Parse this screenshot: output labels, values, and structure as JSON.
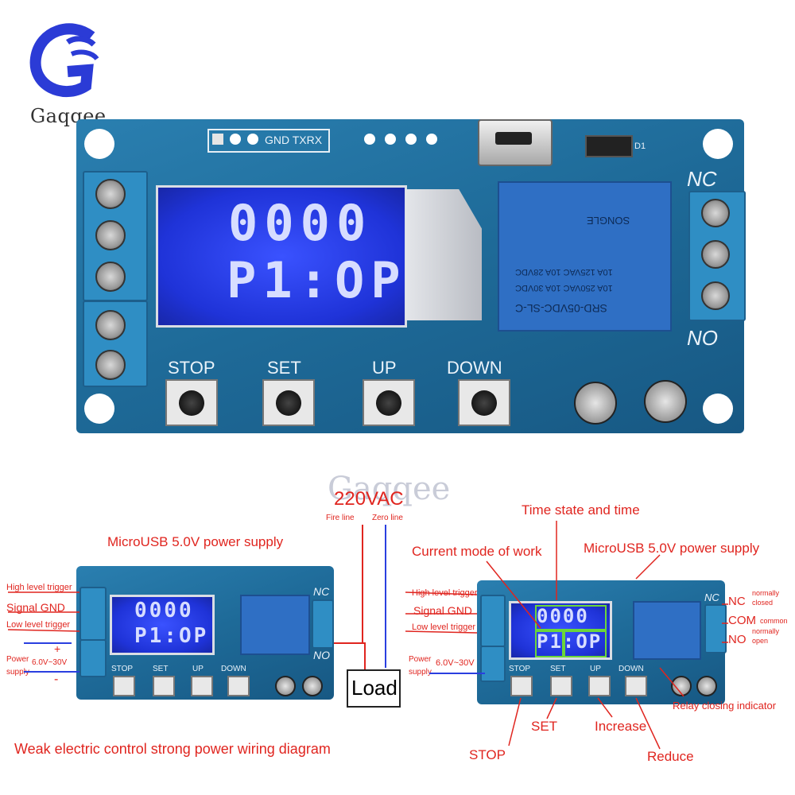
{
  "brand": {
    "name": "Gaqqee",
    "watermark": "Gaqqee"
  },
  "board": {
    "header_pins": "GND TXRX",
    "lcd_line1": "0000",
    "lcd_line2": "P1:OP",
    "relay_lines": [
      "SRD-05VDC-SL-C",
      "10A 250VAC  10A 30VDC",
      "10A 125VAC  10A 28VDC"
    ],
    "relay_brand": "SONGLE",
    "nc": "NC",
    "no": "NO",
    "d1": "D1",
    "buttons": [
      "STOP",
      "SET",
      "UP",
      "DOWN"
    ]
  },
  "wiring": {
    "voltage": "220VAC",
    "fire_line": "Fire line",
    "zero_line": "Zero line",
    "power_supply": "MicroUSB 5.0V power supply",
    "high_trigger": "High level trigger",
    "signal_gnd": "Signal GND",
    "low_trigger": "Low level trigger",
    "power": "Power",
    "supply": "supply",
    "voltage_range": "6.0V~30V",
    "plus": "+",
    "minus": "-",
    "load": "Load",
    "caption": "Weak electric control strong power wiring diagram"
  },
  "functions": {
    "time_state": "Time state and time",
    "current_mode": "Current mode of work",
    "power_supply": "MicroUSB 5.0V power supply",
    "nc": "NC",
    "nc_desc": "normally closed",
    "com": "COM",
    "com_desc": "common",
    "no": "NO",
    "no_desc": "normally open",
    "relay_indicator": "Relay closing indicator",
    "stop": "STOP",
    "set": "SET",
    "increase": "Increase",
    "reduce": "Reduce",
    "high_trigger": "High level trigger",
    "signal_gnd": "Signal GND",
    "low_trigger": "Low level trigger",
    "power": "Power",
    "supply": "supply",
    "voltage_range": "6.0V~30V"
  },
  "colors": {
    "accent_red": "#e0251f",
    "pcb_blue": "#1e6a98",
    "lcd_blue": "#1f33d8"
  }
}
